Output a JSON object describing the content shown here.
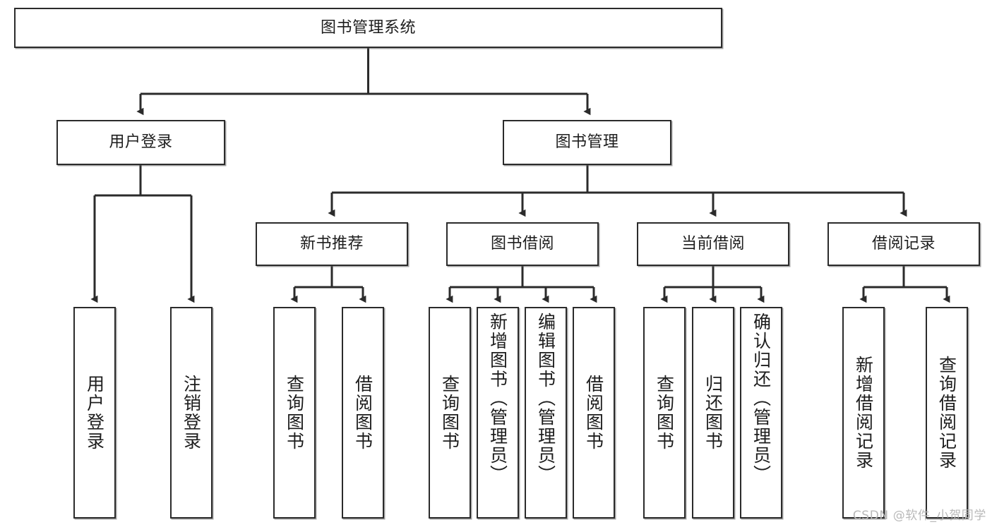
{
  "diagram": {
    "title": "图书管理系统",
    "watermark": "CSDN @软件_小贺同学",
    "colors": {
      "box_border": "#2b2b2b",
      "box_fill": "#ffffff",
      "connector": "#2b2b2b",
      "text": "#1d1d1d",
      "watermark": "#b9b9b9",
      "background": "#ffffff"
    },
    "root": {
      "id": "root",
      "label": "图书管理系统"
    },
    "level2": [
      {
        "id": "user-login",
        "label": "用户登录"
      },
      {
        "id": "book-manage",
        "label": "图书管理"
      }
    ],
    "level3": [
      {
        "id": "new-book-rec",
        "label": "新书推荐"
      },
      {
        "id": "book-borrow",
        "label": "图书借阅"
      },
      {
        "id": "current-borrow",
        "label": "当前借阅"
      },
      {
        "id": "borrow-record",
        "label": "借阅记录"
      }
    ],
    "leaves": {
      "user_login": [
        {
          "id": "leaf-user-login",
          "label": "用户登录"
        },
        {
          "id": "leaf-logout",
          "label": "注销登录"
        }
      ],
      "new_book_rec": [
        {
          "id": "leaf-query-book-1",
          "label": "查询图书"
        },
        {
          "id": "leaf-borrow-book-1",
          "label": "借阅图书"
        }
      ],
      "book_borrow": [
        {
          "id": "leaf-query-book-2",
          "label": "查询图书"
        },
        {
          "id": "leaf-add-book",
          "label": "新增图书（管理员）"
        },
        {
          "id": "leaf-edit-book",
          "label": "编辑图书（管理员）"
        },
        {
          "id": "leaf-borrow-book-2",
          "label": "借阅图书"
        }
      ],
      "current_borrow": [
        {
          "id": "leaf-query-book-3",
          "label": "查询图书"
        },
        {
          "id": "leaf-return-book",
          "label": "归还图书"
        },
        {
          "id": "leaf-confirm-return",
          "label": "确认归还（管理员）"
        }
      ],
      "borrow_record": [
        {
          "id": "leaf-add-record",
          "label": "新增借阅记录"
        },
        {
          "id": "leaf-query-record",
          "label": "查询借阅记录"
        }
      ]
    }
  }
}
